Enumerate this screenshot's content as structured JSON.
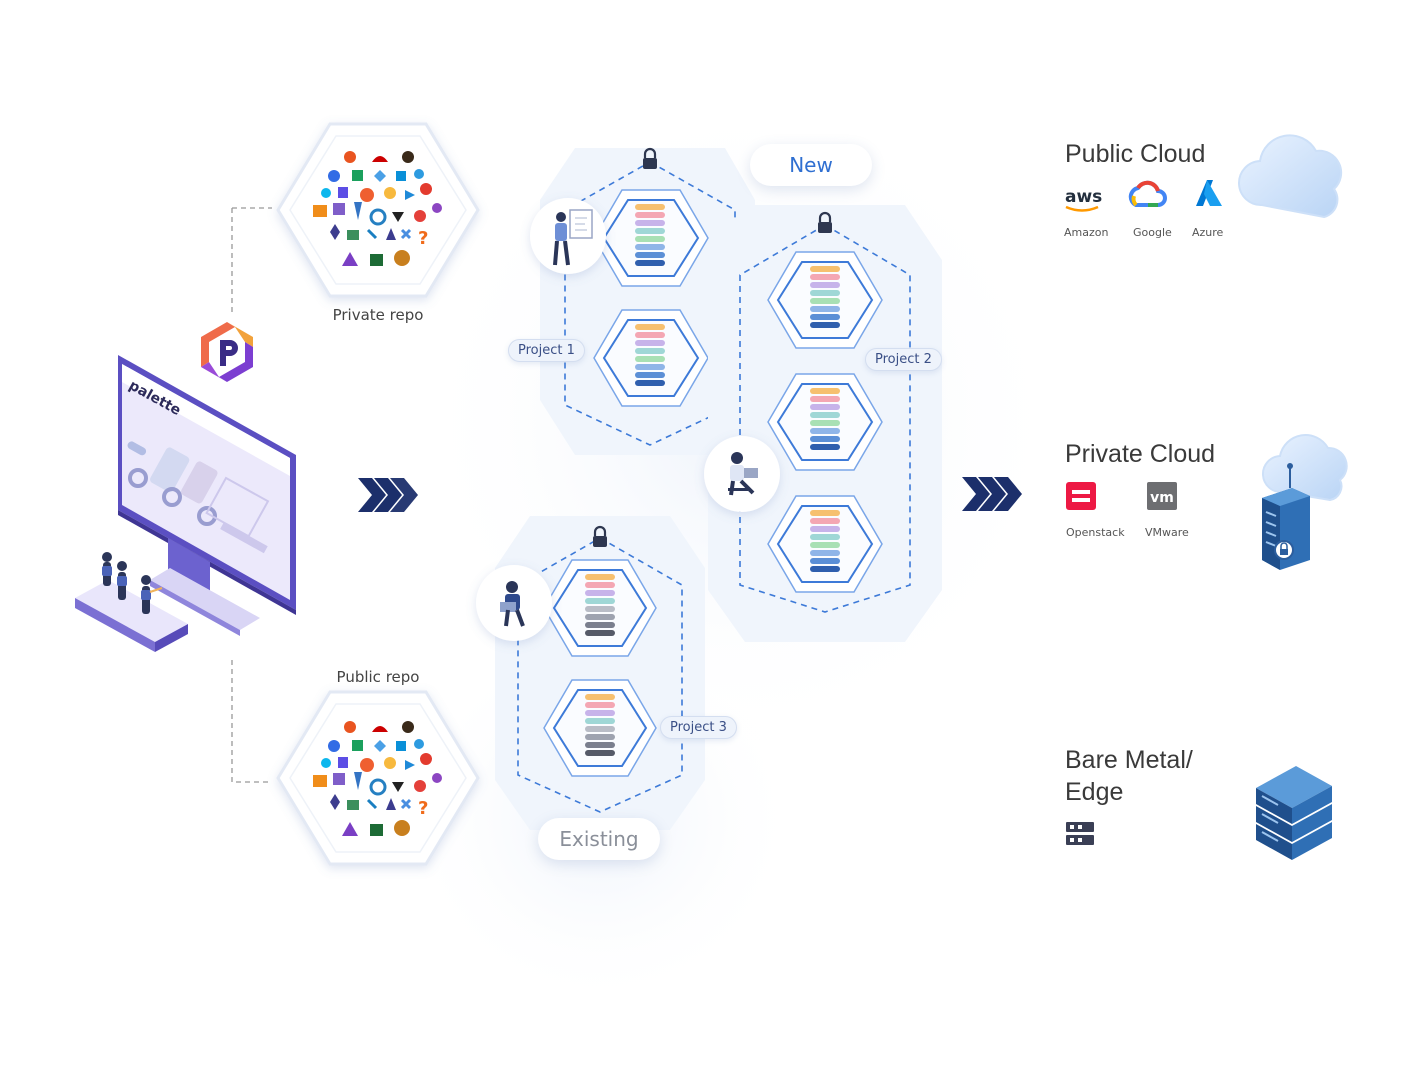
{
  "repos": {
    "private": "Private repo",
    "public": "Public repo"
  },
  "brand": {
    "screen_title": "palette"
  },
  "tags": {
    "new": "New",
    "existing": "Existing"
  },
  "projects": [
    "Project 1",
    "Project 2",
    "Project 3"
  ],
  "targets": {
    "public_cloud": {
      "title": "Public Cloud",
      "providers": [
        "Amazon",
        "Google",
        "Azure"
      ],
      "aws_logo": "aws"
    },
    "private_cloud": {
      "title": "Private Cloud",
      "providers": [
        "Openstack",
        "VMware"
      ],
      "vm_logo": "vm"
    },
    "bare_metal": {
      "title_line1": "Bare Metal/",
      "title_line2": "Edge"
    }
  },
  "icons": {
    "arrows": "triple-chevron-right",
    "lock": "lock-icon",
    "cloud": "cloud-icon",
    "server": "server-icon"
  },
  "colors": {
    "accent_blue": "#2f6fd1",
    "navy": "#1c2f6b",
    "purple": "#6b4fc7",
    "hex_fill": "#eef4fc"
  }
}
